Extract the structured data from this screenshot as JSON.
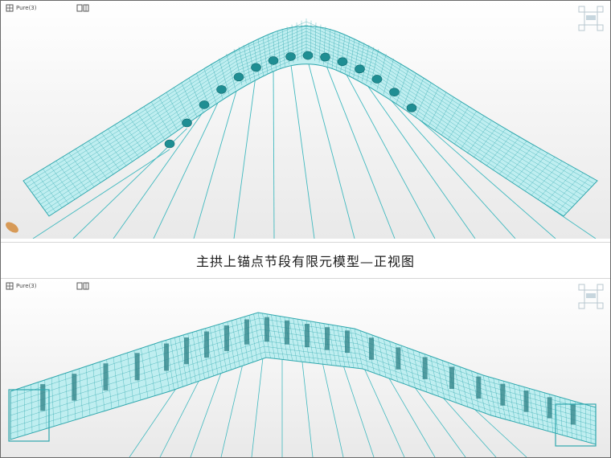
{
  "top_view": {
    "toolbar": {
      "btn1_label": "Pure(3)",
      "btn2_label": ""
    },
    "cube_icon": "view-cube-icon"
  },
  "caption": "主拱上锚点节段有限元模型—正视图",
  "bottom_view": {
    "toolbar": {
      "btn1_label": "Pure(3)",
      "btn2_label": ""
    },
    "cube_icon": "view-cube-icon"
  },
  "colors": {
    "mesh_fill": "#bfeef0",
    "mesh_line": "#2fa7ad",
    "cable": "#40b9bf",
    "anchor": "#1f8e93",
    "axis_triad": "#d79a57"
  }
}
